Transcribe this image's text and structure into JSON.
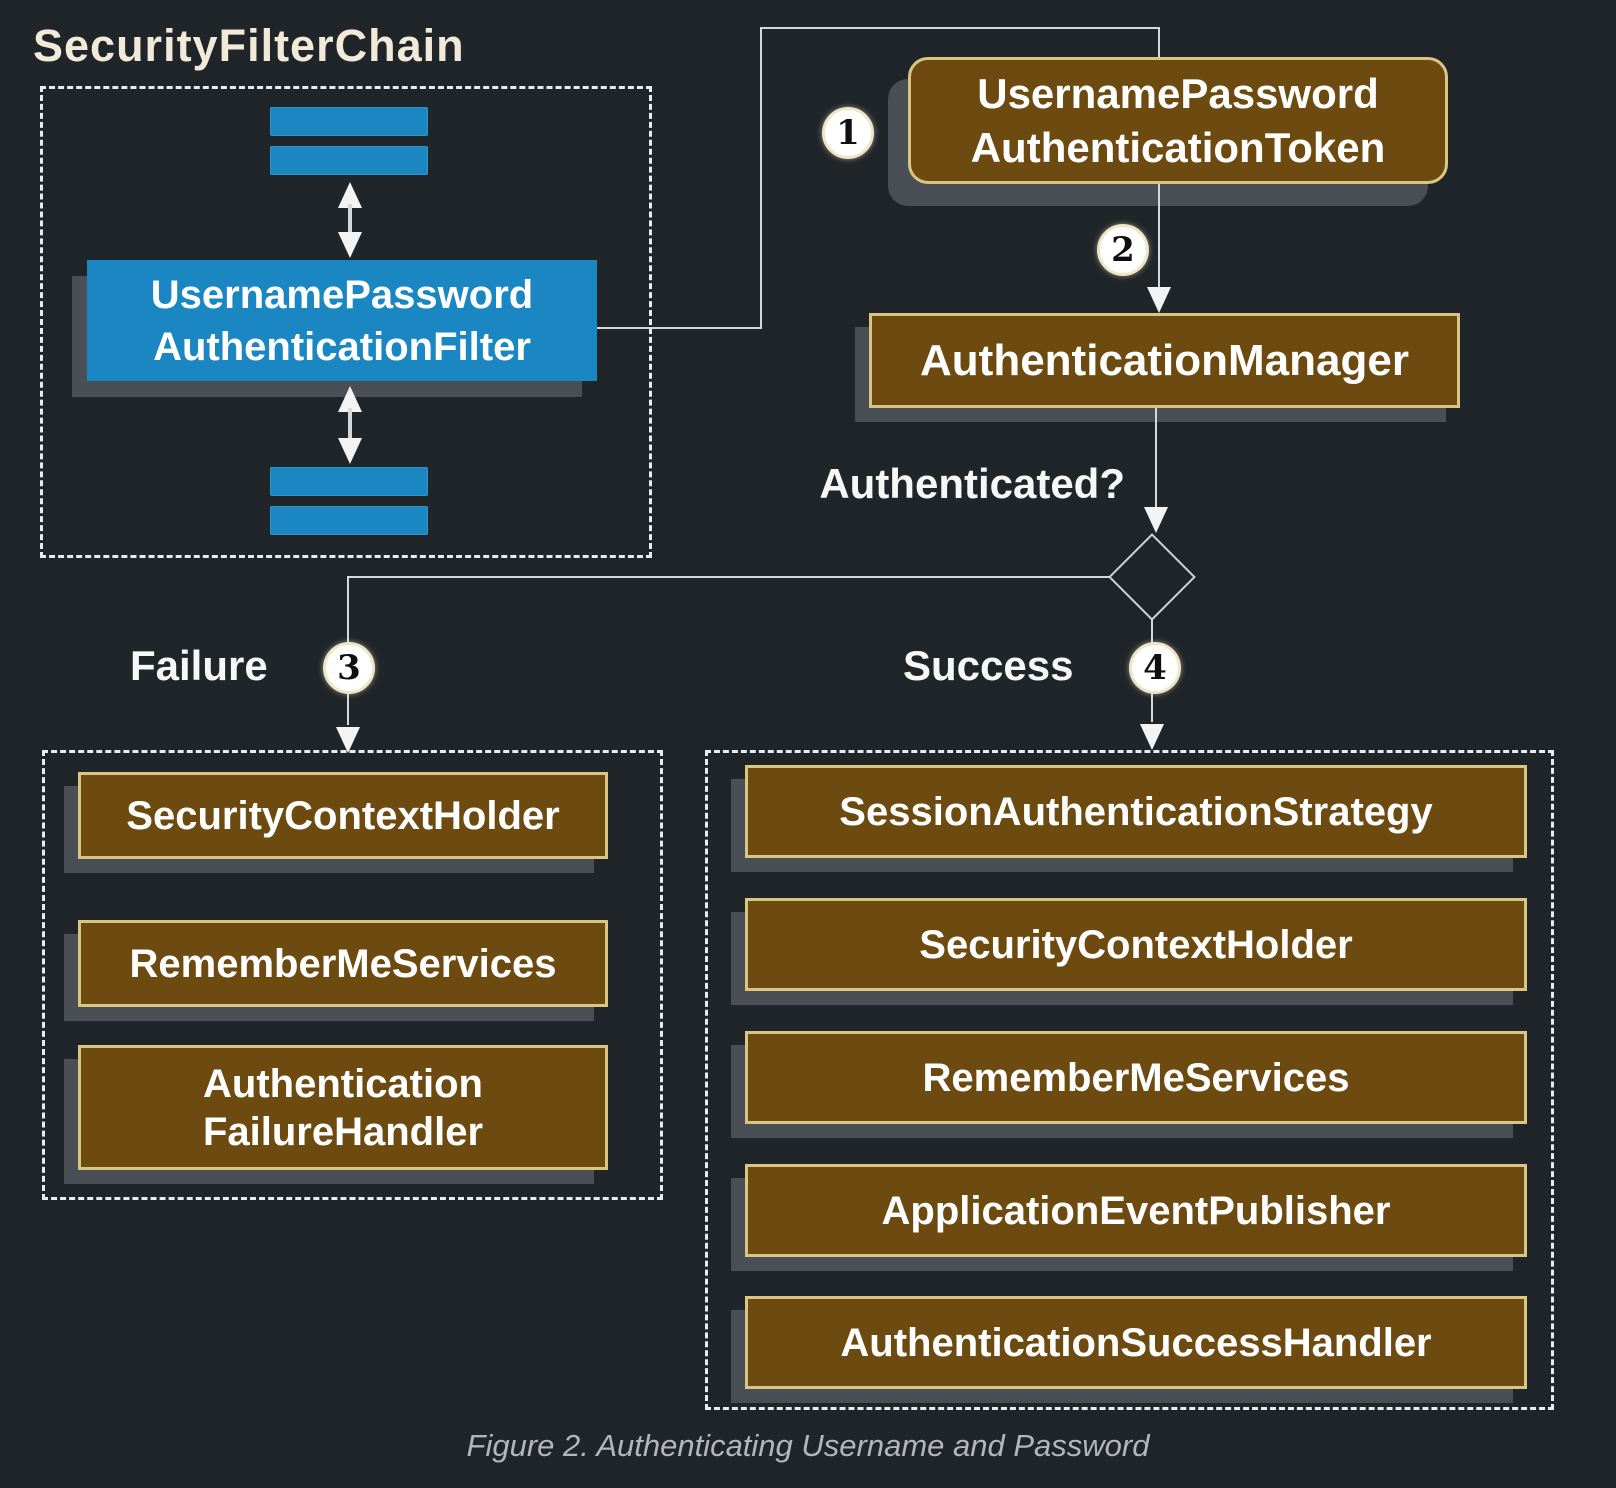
{
  "colors": {
    "background": "#202529",
    "blue_accent": "#1a87c2",
    "brown_box": "#6d4b10",
    "brown_box_border": "#d9c685",
    "box_shadow": "#4a4f55",
    "connector_line": "#d6d9dc",
    "title_text": "#f1ead8",
    "body_text": "#ffffff",
    "caption_text": "#b4b6b9"
  },
  "security_filter_chain": {
    "title": "SecurityFilterChain",
    "filter": {
      "line1": "UsernamePassword",
      "line2": "AuthenticationFilter"
    }
  },
  "flow": {
    "token": {
      "line1": "UsernamePassword",
      "line2": "AuthenticationToken"
    },
    "manager_label": "AuthenticationManager",
    "question_label": "Authenticated?",
    "failure_label": "Failure",
    "success_label": "Success",
    "step1": "1",
    "step2": "2",
    "step3": "3",
    "step4": "4"
  },
  "failure_branch": {
    "items": [
      "SecurityContextHolder",
      "RememberMeServices"
    ],
    "failure_handler": {
      "line1": "Authentication",
      "line2": "FailureHandler"
    }
  },
  "success_branch": {
    "items": [
      "SessionAuthenticationStrategy",
      "SecurityContextHolder",
      "RememberMeServices",
      "ApplicationEventPublisher",
      "AuthenticationSuccessHandler"
    ]
  },
  "caption": "Figure 2. Authenticating Username and Password"
}
